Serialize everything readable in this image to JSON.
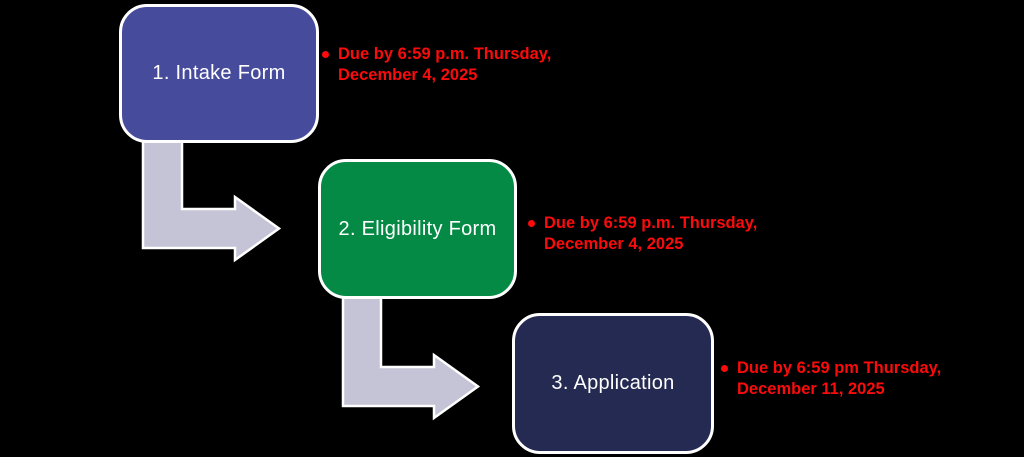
{
  "background": "#000000",
  "colors": {
    "box_border": "#ffffff",
    "box_text": "#ffffff",
    "arrow_fill": "#c4c4d6",
    "arrow_border": "#ffffff",
    "due_text": "#fa0b0c"
  },
  "steps": [
    {
      "label": "1. Intake Form",
      "box_color": "#474b9c",
      "due_line1": "Due by 6:59 p.m. Thursday,",
      "due_line2": "December 4, 2025"
    },
    {
      "label": "2. Eligibility Form",
      "box_color": "#058a45",
      "due_line1": "Due by 6:59 p.m. Thursday,",
      "due_line2": "December 4, 2025"
    },
    {
      "label": "3. Application",
      "box_color": "#252a52",
      "due_line1": "Due by 6:59 pm Thursday,",
      "due_line2": "December 11, 2025"
    }
  ]
}
